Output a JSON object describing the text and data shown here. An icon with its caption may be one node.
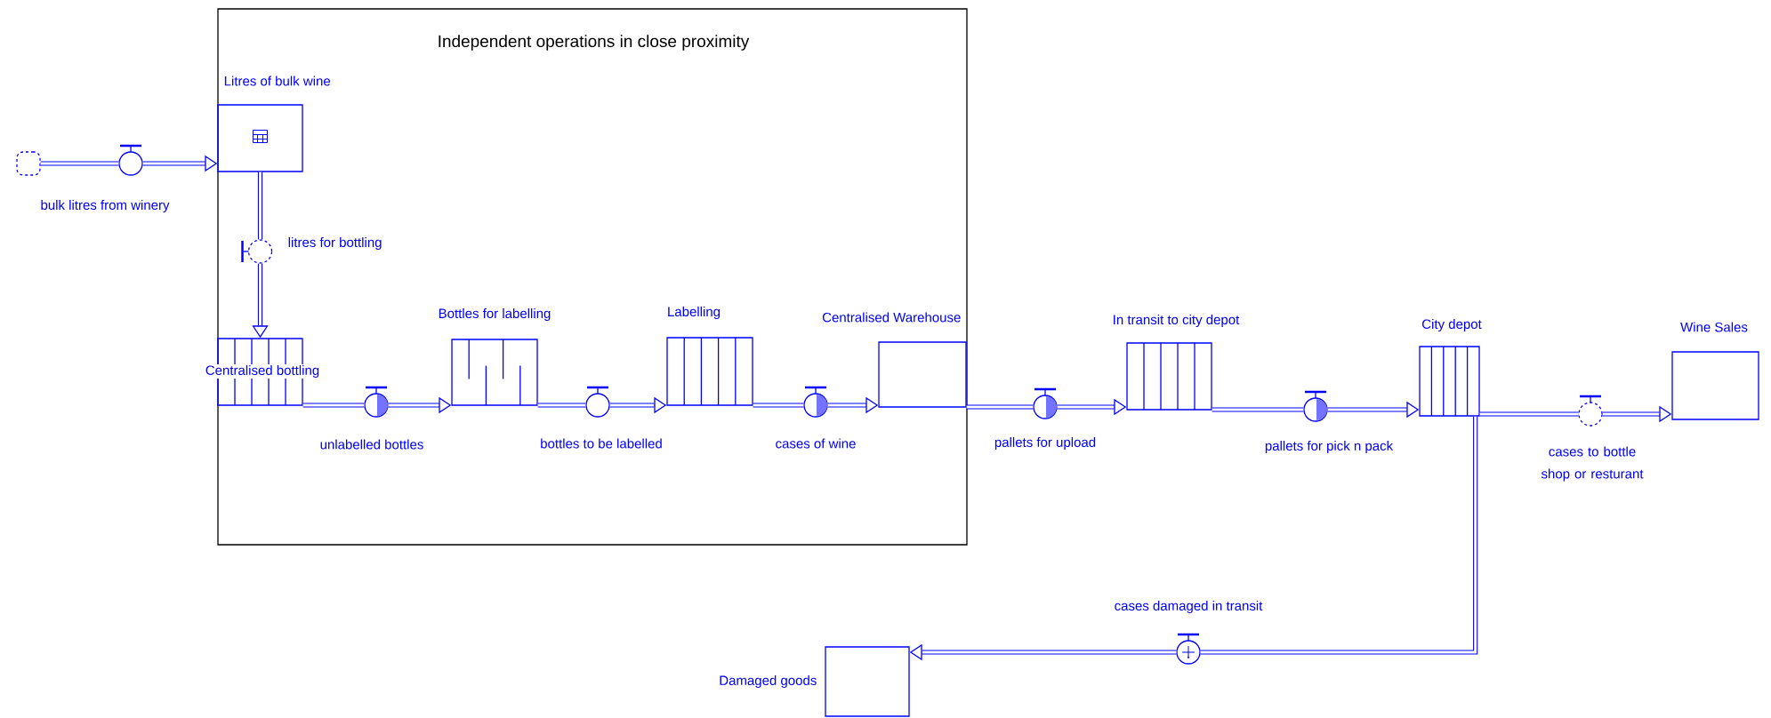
{
  "diagram": {
    "nodes": [
      {
        "text": [
          "Independent operations in close proximity"
        ]
      },
      {
        "text": [],
        "shape": "cloud"
      },
      {
        "text": [
          "bulk litres from winery"
        ]
      },
      {
        "text": [
          "Litres of bulk wine"
        ],
        "in": 0
      },
      {
        "text": [
          "litres for bottling"
        ],
        "in": 0
      },
      {
        "text": [
          "Centralised bottling"
        ],
        "in": 0
      },
      {
        "text": [
          "unlabelled bottles"
        ],
        "in": 0
      },
      {
        "text": [
          "Bottles for labelling"
        ],
        "in": 0
      },
      {
        "text": [
          "bottles to be labelled"
        ],
        "in": 0
      },
      {
        "text": [
          "Labelling"
        ],
        "in": 0
      },
      {
        "text": [
          "cases of wine"
        ],
        "in": 0
      },
      {
        "text": [
          "Centralised Warehouse"
        ],
        "in": 0
      },
      {
        "text": [
          "pallets for upload"
        ]
      },
      {
        "text": [
          "In transit to city depot"
        ]
      },
      {
        "text": [
          "pallets for pick n pack"
        ]
      },
      {
        "text": [
          "City depot"
        ]
      },
      {
        "text": [
          "cases to bottle shop or resturant"
        ]
      },
      {
        "text": [
          "Wine Sales"
        ]
      },
      {
        "text": [
          "cases damaged in transit"
        ]
      },
      {
        "text": [
          "Damaged goods"
        ]
      }
    ],
    "edges": [
      {
        "from": 1,
        "to": 2,
        "arrow": "none"
      },
      {
        "from": 2,
        "to": 3,
        "arrow": "to"
      },
      {
        "from": 3,
        "to": 4,
        "arrow": "none"
      },
      {
        "from": 4,
        "to": 5,
        "arrow": "to"
      },
      {
        "from": 5,
        "to": 6,
        "arrow": "none"
      },
      {
        "from": 6,
        "to": 7,
        "arrow": "to"
      },
      {
        "from": 7,
        "to": 8,
        "arrow": "none"
      },
      {
        "from": 8,
        "to": 9,
        "arrow": "to"
      },
      {
        "from": 9,
        "to": 10,
        "arrow": "none"
      },
      {
        "from": 10,
        "to": 11,
        "arrow": "to"
      },
      {
        "from": 11,
        "to": 12,
        "arrow": "none"
      },
      {
        "from": 12,
        "to": 13,
        "arrow": "to"
      },
      {
        "from": 13,
        "to": 14,
        "arrow": "none"
      },
      {
        "from": 14,
        "to": 15,
        "arrow": "to"
      },
      {
        "from": 15,
        "to": 16,
        "arrow": "none"
      },
      {
        "from": 16,
        "to": 17,
        "arrow": "to"
      },
      {
        "from": 15,
        "to": 18,
        "arrow": "none"
      },
      {
        "from": 18,
        "to": 19,
        "arrow": "to"
      }
    ]
  }
}
